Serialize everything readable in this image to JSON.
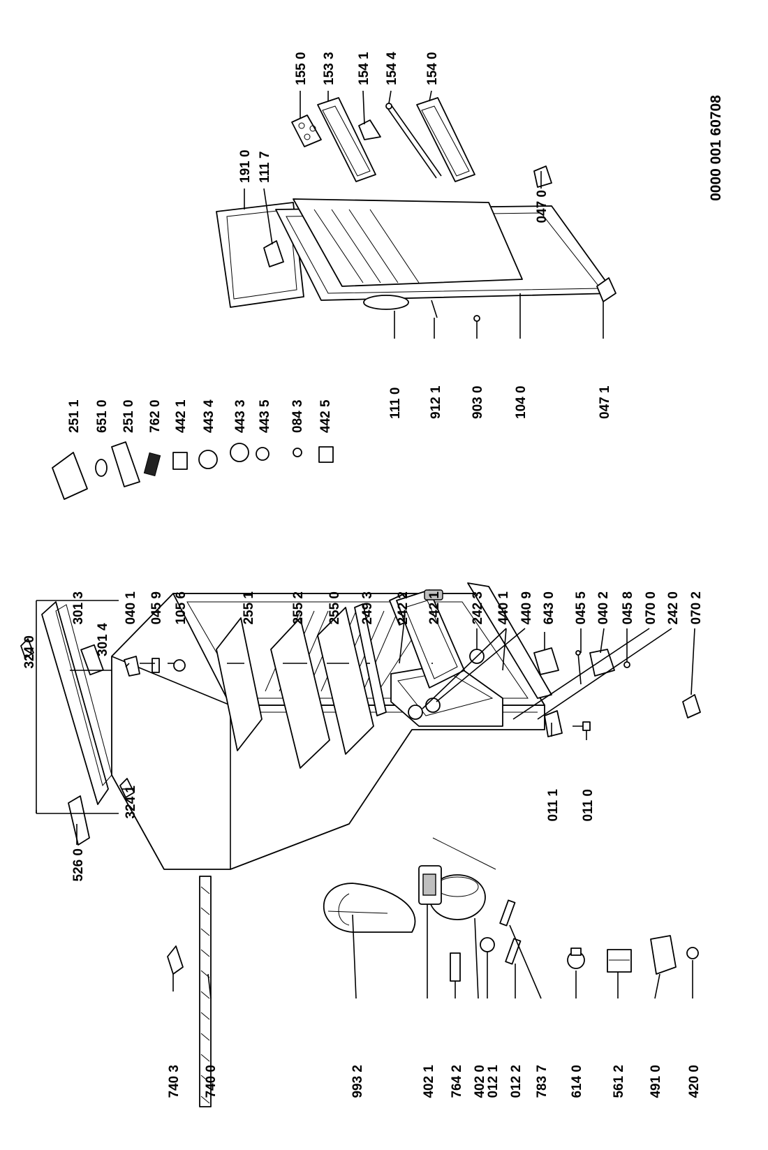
{
  "document_number": "0000 001 60708",
  "part_labels": {
    "p3240": "324 0",
    "p3013": "301 3",
    "p3014": "301 4",
    "p3241": "324 1",
    "p5260": "526 0",
    "p0401": "040 1",
    "p0459": "045 9",
    "p1056": "105 6",
    "p2551": "255 1",
    "p2552": "255 2",
    "p2550": "255 0",
    "p2493": "249 3",
    "p2422": "242 2",
    "p2421": "242 1",
    "p2423": "242 3",
    "p4401": "440 1",
    "p4409": "440 9",
    "p6430": "643 0",
    "p0455": "045 5",
    "p0402": "040 2",
    "p0458": "045 8",
    "p0700": "070 0",
    "p2420": "242 0",
    "p0702": "070 2",
    "p0111": "011 1",
    "p0110": "011 0",
    "p7403": "740 3",
    "p7400": "740 0",
    "p9932": "993 2",
    "p4021": "402 1",
    "p7642": "764 2",
    "p4020": "402 0",
    "p0121": "012 1",
    "p0122": "012 2",
    "p7837": "783 7",
    "p6140": "614 0",
    "p5612": "561 2",
    "p4910": "491 0",
    "p4200": "420 0",
    "p2511": "251 1",
    "p6510": "651 0",
    "p2510": "251 0",
    "p7620": "762 0",
    "p4421": "442 1",
    "p4434": "443 4",
    "p4433": "443 3",
    "p4435": "443 5",
    "p0843": "084 3",
    "p4425": "442 5",
    "p1110": "111 0",
    "p9121": "912 1",
    "p9030": "903 0",
    "p1040": "104 0",
    "p0471": "047 1",
    "p1910": "191 0",
    "p1117": "111 7",
    "p1550": "155 0",
    "p1533": "153 3",
    "p1541": "154 1",
    "p1544": "154 4",
    "p1540": "154 0",
    "p0470": "047 0"
  }
}
